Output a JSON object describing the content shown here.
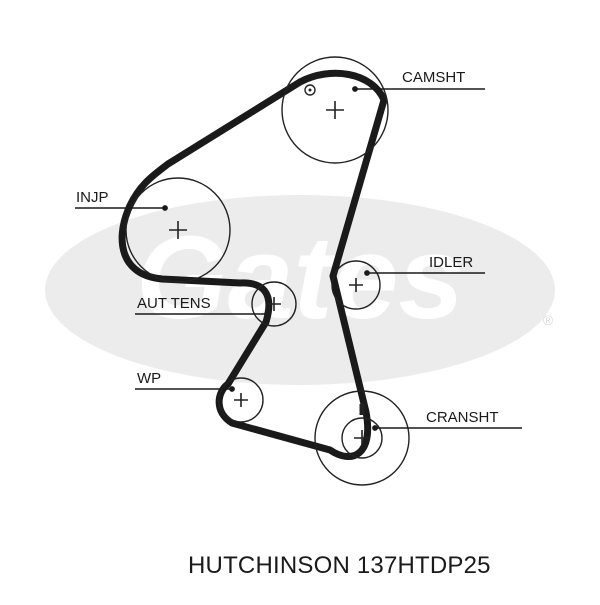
{
  "diagram": {
    "watermark": "Gates",
    "watermark_mark": "®",
    "labels": {
      "camshaft": "CAMSHT",
      "injection_pump": "INJP",
      "idler": "IDLER",
      "auto_tensioner": "AUT TENS",
      "water_pump": "WP",
      "crankshaft": "CRANSHT"
    },
    "colors": {
      "belt": "#1a1a1a",
      "pulley": "#222222",
      "watermark": "#ececec"
    }
  },
  "caption": "HUTCHINSON 137HTDP25"
}
